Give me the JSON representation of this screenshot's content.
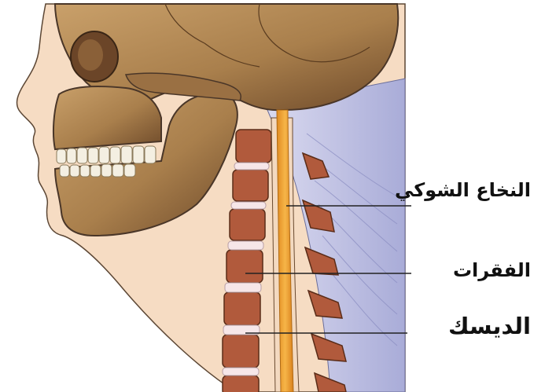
{
  "labels": {
    "spinal_cord": "النخاع الشوكي",
    "vertebrae": "الفقرات",
    "disc": "الديسك"
  },
  "colors": {
    "skin": "#f7dcc1",
    "outline": "#4a3628",
    "bone": "#b48b59",
    "bone_dark": "#7a5530",
    "cord": "#f0a43a",
    "disc": "#f6e6e8",
    "tissue": "#c9cbe6",
    "vertebra": "#b15a3c",
    "leader_line": "#222222"
  }
}
